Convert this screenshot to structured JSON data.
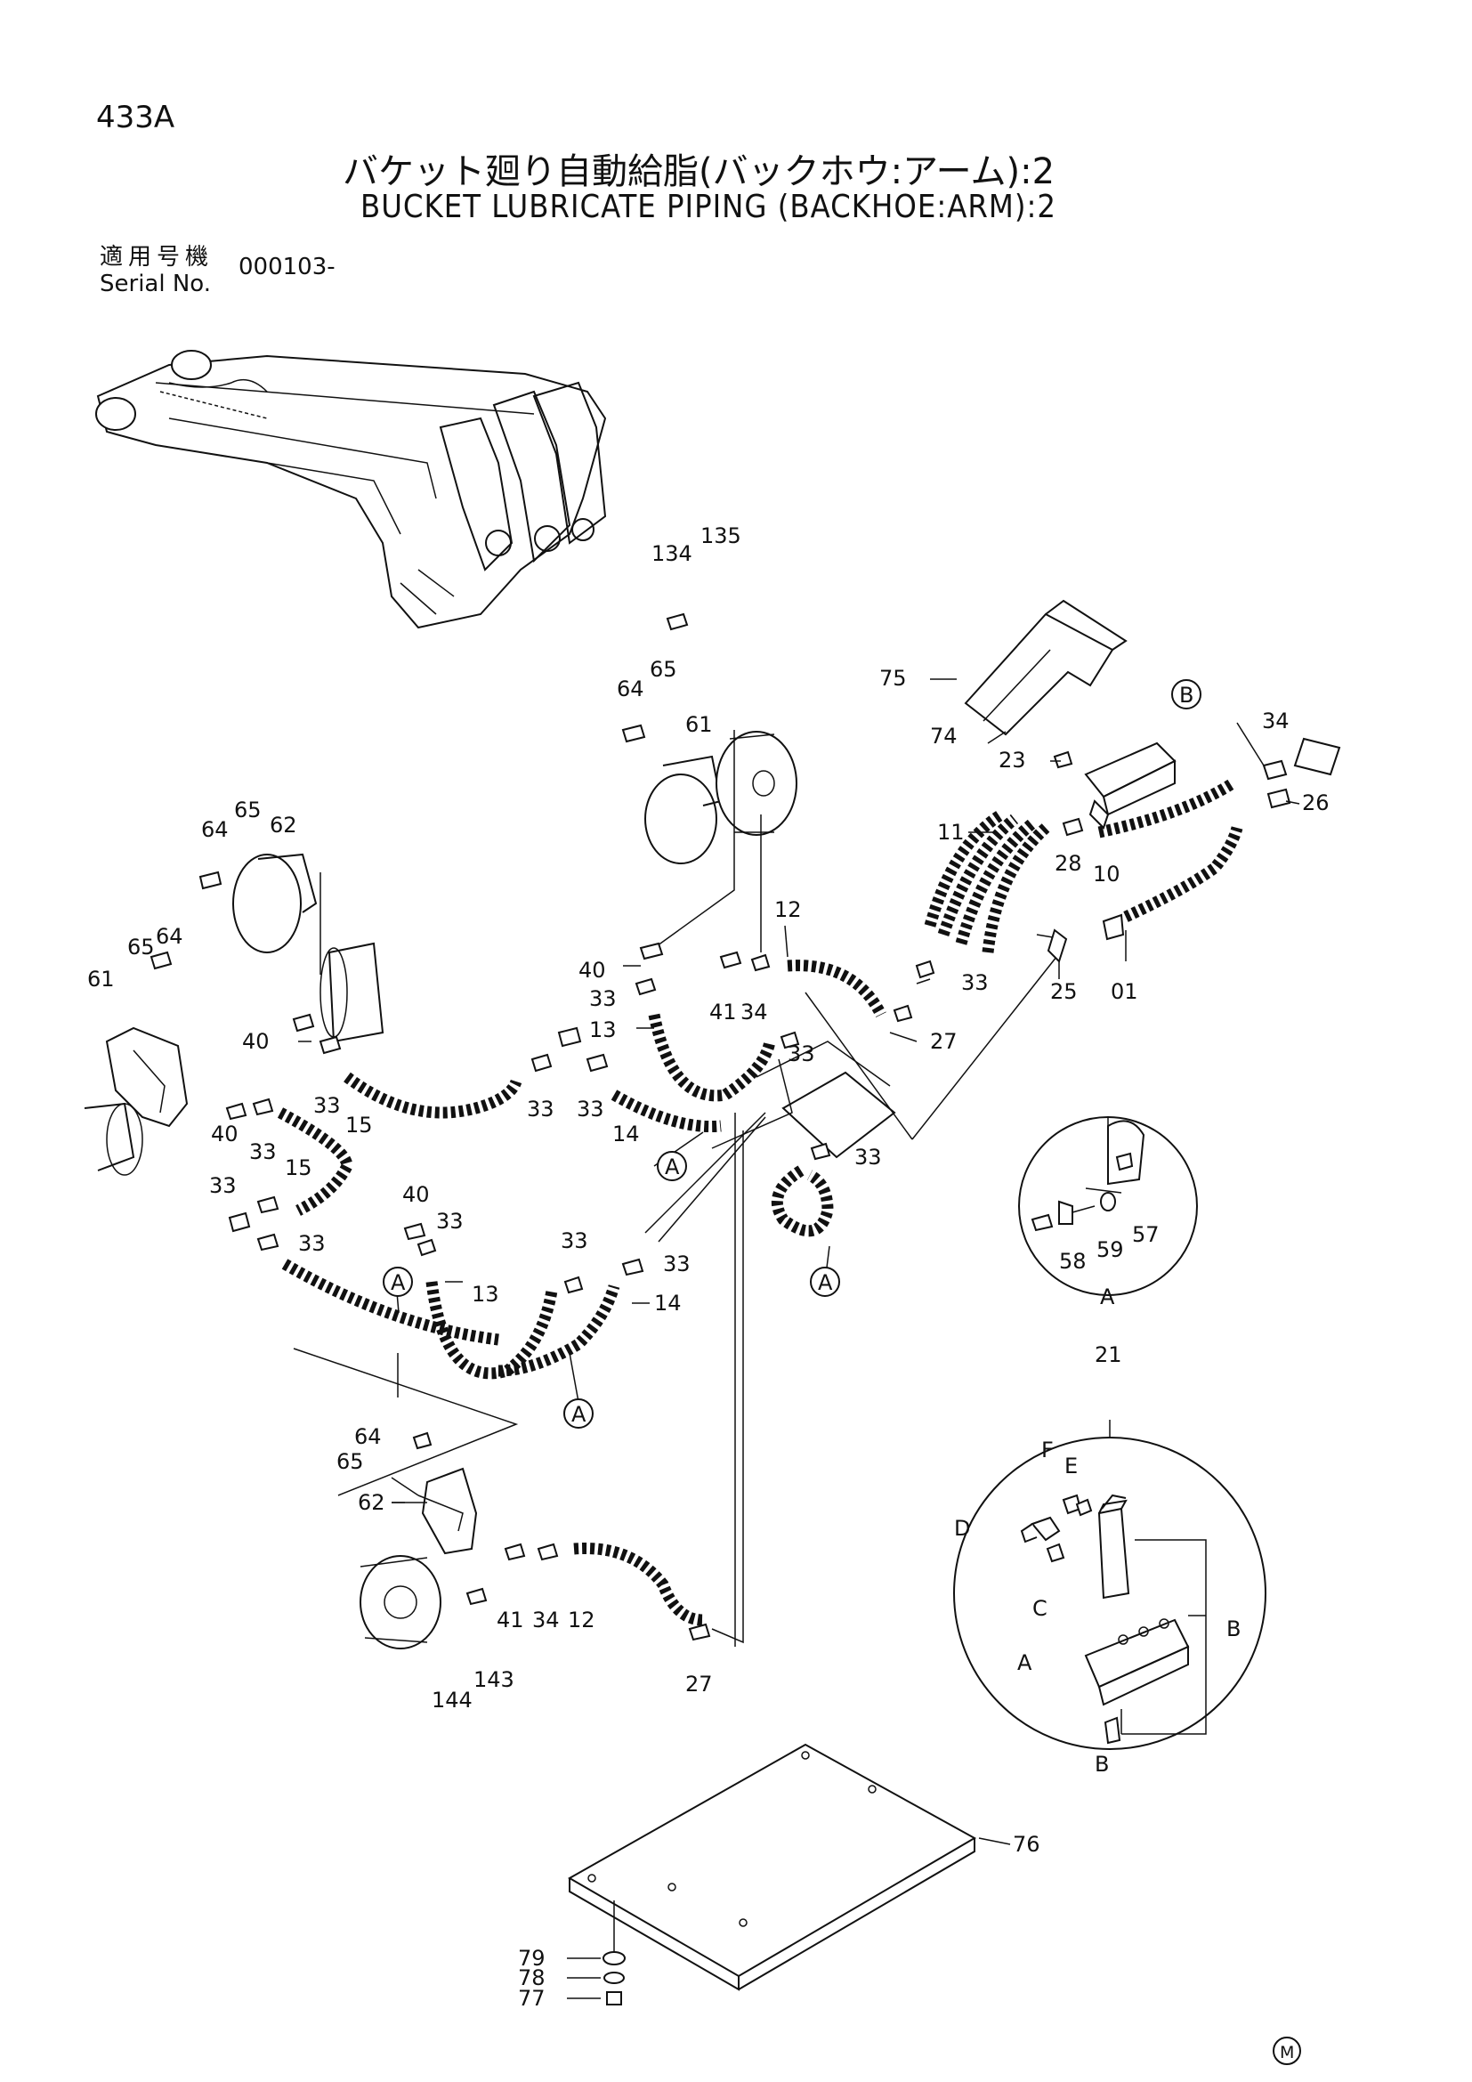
{
  "header": {
    "page_code": "433A",
    "title_jp": "バケット廻り自動給脂(バックホウ:アーム):2",
    "title_en": "BUCKET LUBRICATE PIPING (BACKHOE:ARM):2",
    "serial_label_jp": "適用号機",
    "serial_label_en": "Serial No.",
    "serial_value": "000103-"
  },
  "callouts": {
    "c134": "134",
    "c135": "135",
    "c64a": "64",
    "c65a": "65",
    "c61a": "61",
    "c64b": "64",
    "c65b": "65",
    "c62a": "62",
    "c65c": "65",
    "c64c": "64",
    "c61b": "61",
    "c75": "75",
    "c74": "74",
    "c23": "23",
    "cB1": "B",
    "c34a": "34",
    "c26": "26",
    "c11": "11",
    "c28": "28",
    "c10": "10",
    "c12a": "12",
    "c40a": "40",
    "c33a": "33",
    "c41a": "41",
    "c34b": "34",
    "c33b": "33",
    "c25": "25",
    "c01": "01",
    "c40b": "40",
    "c13a": "13",
    "c33c": "33",
    "c27a": "27",
    "c33d": "33",
    "c15a": "15",
    "c33e": "33",
    "c33f": "33",
    "c14a": "14",
    "c40c": "40",
    "c33g": "33",
    "c15b": "15",
    "cA1": "A",
    "c33h": "33",
    "c33i": "33",
    "c33j": "33",
    "cA2": "A",
    "c40d": "40",
    "c33k": "33",
    "c33l": "33",
    "c33m": "33",
    "cA3": "A",
    "c13b": "13",
    "c14b": "14",
    "cA4": "A",
    "c64d": "64",
    "c65d": "65",
    "c62b": "62",
    "c41b": "41",
    "c34c": "34",
    "c12b": "12",
    "c27b": "27",
    "c144": "144",
    "c143": "143",
    "c76": "76",
    "c79": "79",
    "c78": "78",
    "c77": "77",
    "c58": "58",
    "c59": "59",
    "c57": "57",
    "detA": "A",
    "c21": "21",
    "dF": "F",
    "dE": "E",
    "dD": "D",
    "dC": "C",
    "dB1": "B",
    "dA": "A",
    "dB2": "B",
    "mark": "M"
  }
}
